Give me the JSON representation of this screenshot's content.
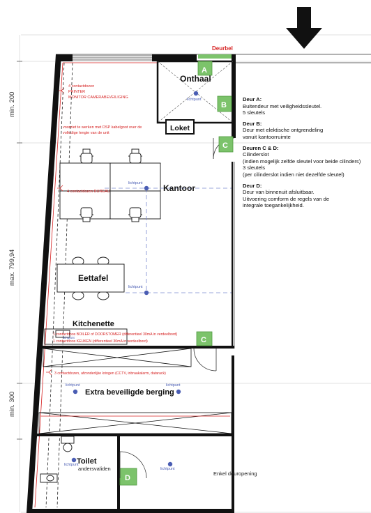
{
  "street_label": "Deurbel",
  "rooms": {
    "onthaal": "Onthaal",
    "loket": "Loket",
    "kantoor": "Kantoor",
    "eettafel": "Eettafel",
    "kitchenette": "Kitchenette",
    "berging": "Extra beveiligde berging",
    "toilet": "Toilet",
    "toilet_sub": "andersvaliden"
  },
  "doors": [
    "A",
    "B",
    "C",
    "C",
    "D"
  ],
  "door_colors": {
    "fill": "#7cc36b",
    "stroke": "#4e9a3f",
    "wall": "#111111",
    "red": "#d62222",
    "blue": "#4a5db3"
  },
  "lichtpunt": "lichtpunt",
  "red_notes": {
    "n1": "4 contactdozen",
    "n2": "PRINTER",
    "n3": "MONITOR CAMERABEVEILIGING",
    "n4": "voorziet te werken met DSP kabelgoot over de",
    "n5": "volledige lengte van de unit",
    "n6": "4 contactdozen BUREAU",
    "n7": "1 contactdoos BOILER of DOORSTOMER (differentieel 30mA in verdeelbord)",
    "n8": "1 contactdoos KEUKEN (differentieel 30mA in verdeelbord)",
    "n9": "3 contactdozen, afzonderlijke kringen (CCTV, inbraakalarm, datarack)"
  },
  "dimensions": {
    "min_top": "min. 200",
    "max": "max. 799,94",
    "min_bottom": "min. 300"
  },
  "enkel_deuropening": "Enkel deuropening",
  "notes": [
    {
      "title": "Deur A:",
      "lines": [
        "Buitendeur met veiligheidssleutel.",
        "5 sleutels"
      ]
    },
    {
      "title": "Deur B:",
      "lines": [
        "Deur met elektische ontgrendeling",
        "vanuit kantoorruimte"
      ]
    },
    {
      "title": "Deuren C & D:",
      "lines": [
        "Cilinderslot",
        "(indien mogelijk zelfde sleutel voor beide cilinders)",
        "3 sleutels",
        "(per cilinderslot indien niet dezelfde sleutel)"
      ]
    },
    {
      "title": "Deur D:",
      "lines": [
        "Deur van binnenuit afsluitbaar.",
        "Uitvoering comform de regels van de",
        "integrale toegankelijkheid."
      ]
    }
  ]
}
